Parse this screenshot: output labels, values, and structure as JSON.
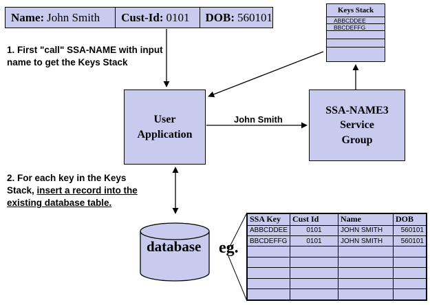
{
  "record": {
    "name_label": "Name:",
    "name_value": "John Smith",
    "cust_label": "Cust-Id:",
    "cust_value": "0101",
    "dob_label": "DOB:",
    "dob_value": "560101"
  },
  "keys_stack": {
    "title": "Keys Stack",
    "keys": [
      "ABBCDDEE",
      "BBCDEFFG"
    ]
  },
  "note1": {
    "number": "1.",
    "text": "First \"call\" SSA-NAME with input name to get the Keys Stack"
  },
  "user_application": {
    "line1": "User",
    "line2": "Application"
  },
  "ssa_service": {
    "line1": "SSA-NAME3",
    "line2": "Service",
    "line3": "Group"
  },
  "arrow_label": "John Smith",
  "note2": {
    "number": "2.",
    "text_a": "For each key in the Keys Stack, ",
    "text_b": "insert a record into the existing database table."
  },
  "database_label": "database",
  "eg_label": "eg.",
  "table": {
    "headers": [
      "SSA Key",
      "Cust Id",
      "Name",
      "DOB"
    ],
    "rows": [
      [
        "ABBCDDEE",
        "0101",
        "JOHN SMITH",
        "560101"
      ],
      [
        "BBCDEFFG",
        "0101",
        "JOHN SMITH",
        "560101"
      ]
    ]
  },
  "colors": {
    "fill": "#c8cbee",
    "stroke": "#000000"
  }
}
